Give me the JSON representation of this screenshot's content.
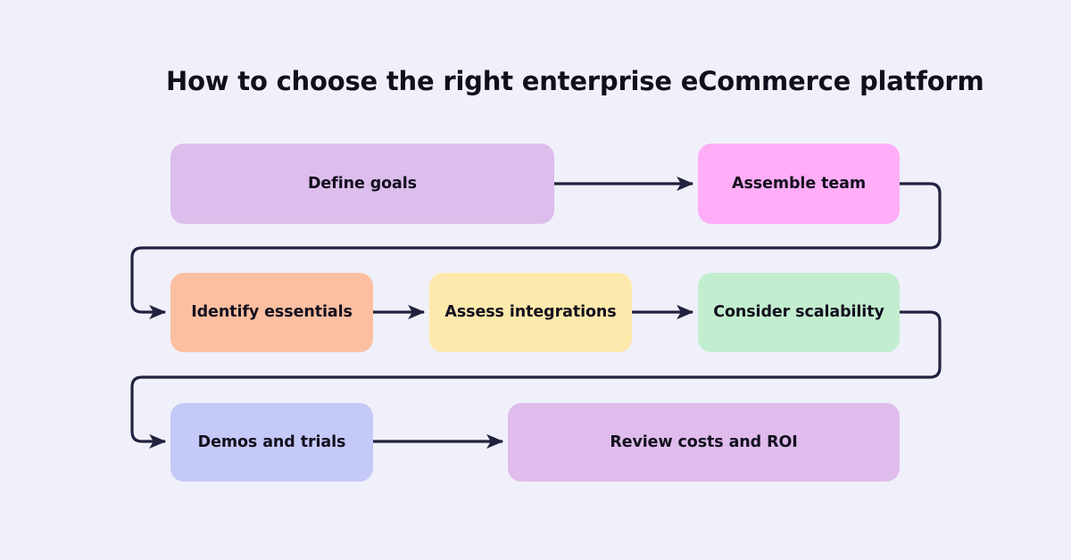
{
  "page": {
    "background_color": "#f0f0fa",
    "title": "How to choose the right enterprise eCommerce platform"
  },
  "theme": {
    "connector_color": "#22213f",
    "text_color": "#13101e",
    "title_color": "#120f1c"
  },
  "chart_data": {
    "type": "diagram",
    "diagram_type": "flowchart",
    "title": "How to choose the right enterprise eCommerce platform",
    "layout": "serpentine-3-rows",
    "direction": "left-to-right, wrapping",
    "nodes": [
      {
        "id": "n1",
        "label": "Define goals",
        "color": "#ddbdec",
        "row": 1,
        "order": 1
      },
      {
        "id": "n2",
        "label": "Assemble team",
        "color": "#ffadf7",
        "row": 1,
        "order": 2
      },
      {
        "id": "n3",
        "label": "Identify essentials",
        "color": "#fcbfa1",
        "row": 2,
        "order": 3
      },
      {
        "id": "n4",
        "label": "Assess integrations",
        "color": "#fde9ac",
        "row": 2,
        "order": 4
      },
      {
        "id": "n5",
        "label": "Consider scalability",
        "color": "#c2edcf",
        "row": 2,
        "order": 5
      },
      {
        "id": "n6",
        "label": "Demos and trials",
        "color": "#c4c9f7",
        "row": 3,
        "order": 6
      },
      {
        "id": "n7",
        "label": "Review costs and ROI",
        "color": "#dfbcec",
        "row": 3,
        "order": 7
      }
    ],
    "edges": [
      {
        "from": "n1",
        "to": "n2",
        "style": "straight"
      },
      {
        "from": "n2",
        "to": "n3",
        "style": "wrap-right"
      },
      {
        "from": "n3",
        "to": "n4",
        "style": "straight"
      },
      {
        "from": "n4",
        "to": "n5",
        "style": "straight"
      },
      {
        "from": "n5",
        "to": "n6",
        "style": "wrap-right"
      },
      {
        "from": "n6",
        "to": "n7",
        "style": "straight"
      }
    ]
  }
}
